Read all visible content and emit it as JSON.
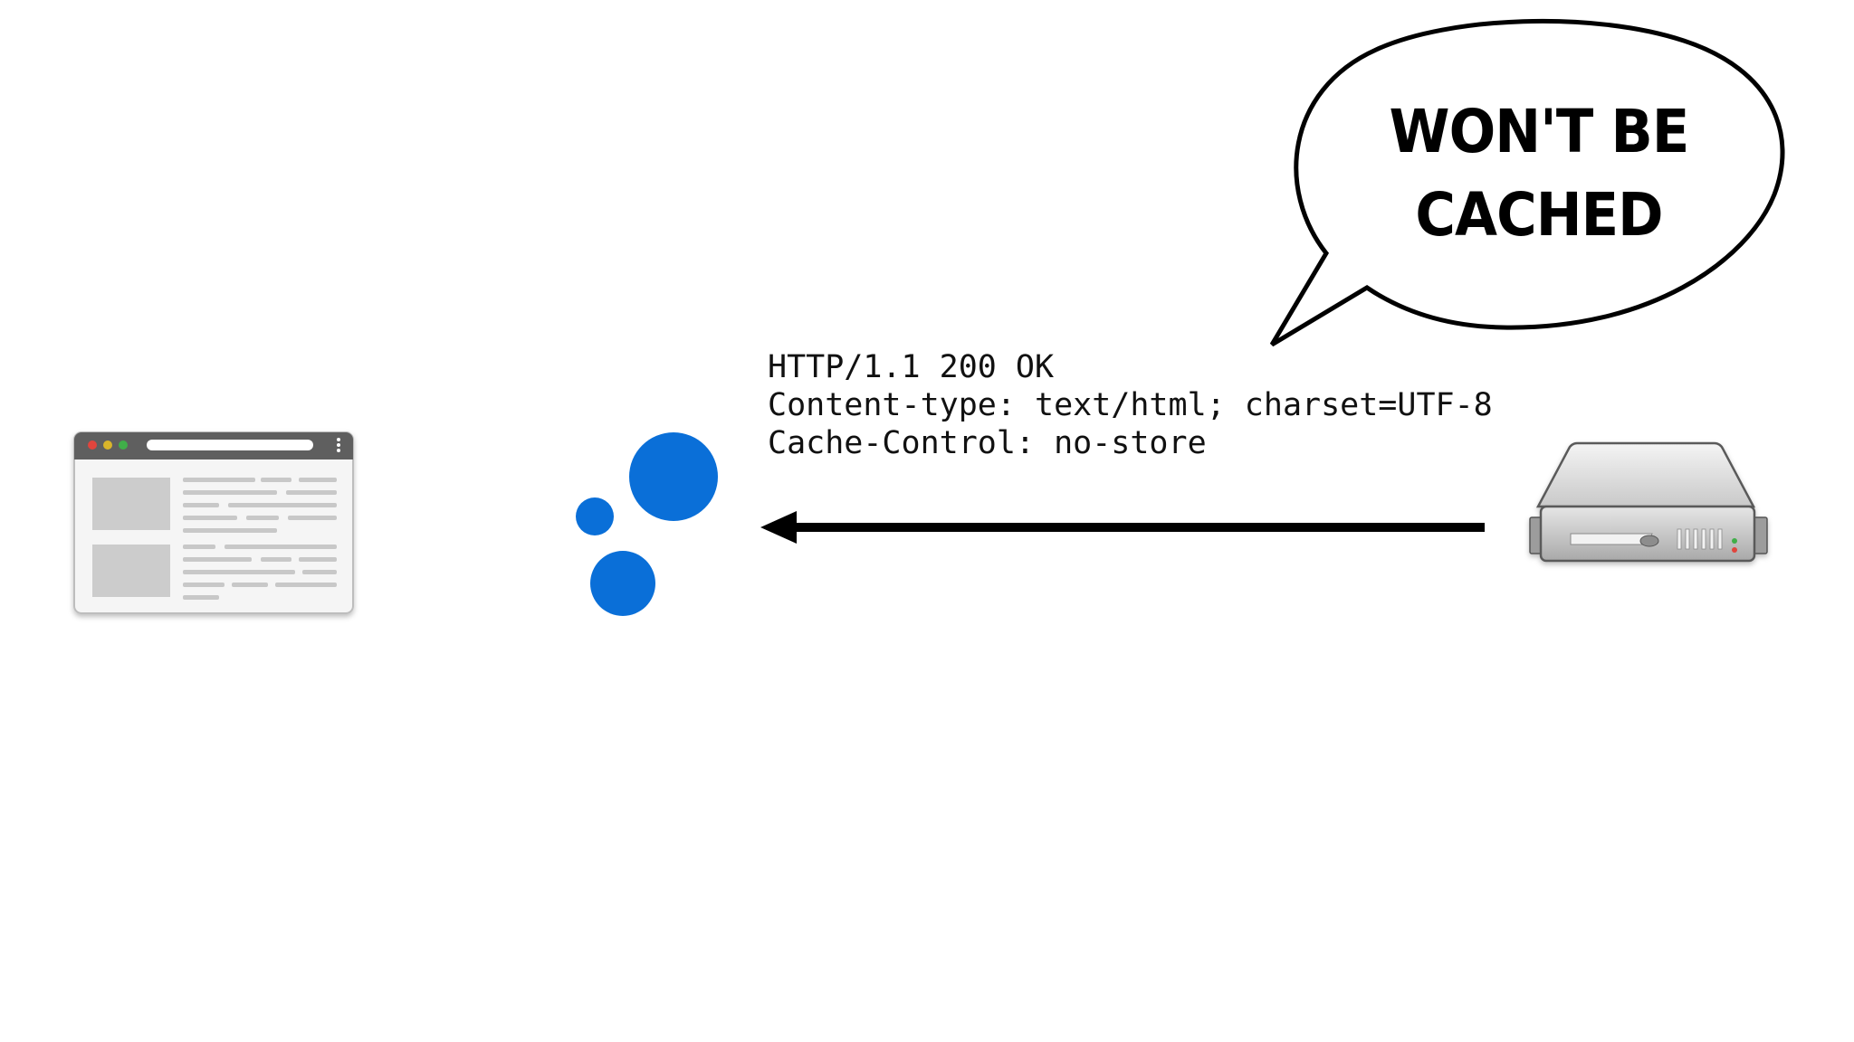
{
  "speech_bubble": {
    "lines": [
      "WON'T BE",
      "CACHED"
    ]
  },
  "response_headers": {
    "lines": [
      "HTTP/1.1 200 OK",
      "Content-type: text/html; charset=UTF-8",
      "Cache-Control: no-store"
    ]
  },
  "colors": {
    "cache_dots": "#0a6fd8",
    "arrow": "#000000",
    "browser_titlebar": "#5f5f5f",
    "browser_body": "#f5f5f5",
    "browser_blocks": "#cccccc",
    "browser_lines": "#c8c8c8",
    "server_body": "#d9d9d9",
    "traffic_red": "#e0443e",
    "traffic_yellow": "#d9b52c",
    "traffic_green": "#3fae49"
  },
  "icons": {
    "client": "browser-window-icon",
    "cache": "cache-dots-icon",
    "origin": "server-icon"
  }
}
